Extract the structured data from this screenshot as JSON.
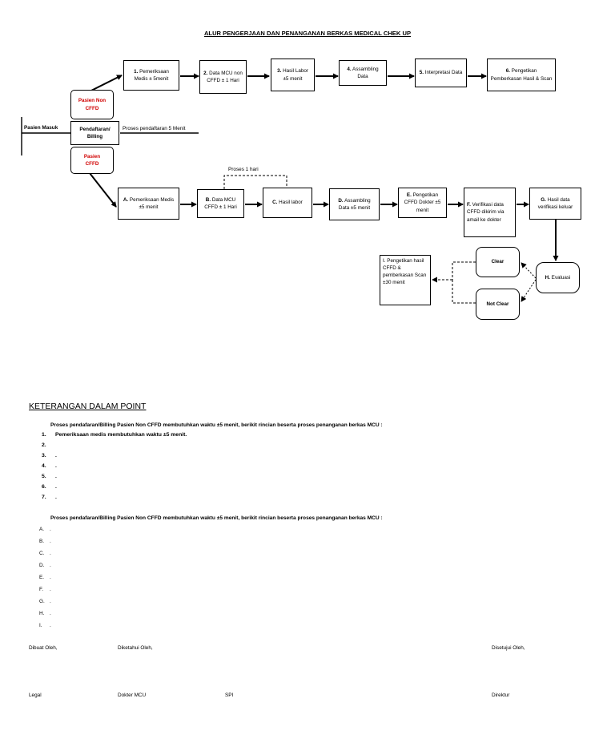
{
  "title": "ALUR PENGERJAAN DAN PENANGANAN BERKAS MEDICAL CHEK UP",
  "flow": {
    "pasien_masuk": "Pasien Masuk",
    "pendaftaran": "Pendaftaran/ Billing",
    "proses_pendaftaran": "Proses pendaftaran 5 Menit",
    "pasien_non_cffd": "Pasien Non CFFD",
    "pasien_cffd": "Pasien CFFD",
    "non_cffd_steps": [
      {
        "num": "1.",
        "text": "Pemeriksaan Medis ± 5menit"
      },
      {
        "num": "2.",
        "text": "Data MCU non CFFD ± 1 Hari"
      },
      {
        "num": "3.",
        "text": "Hasil Labor ±5 menit"
      },
      {
        "num": "4.",
        "text": "Assambling Data"
      },
      {
        "num": "5.",
        "text": "Interpretasi Data"
      },
      {
        "num": "6.",
        "text": "Pengetikan Pemberkasan Hasil & Scan"
      }
    ],
    "proses_1_hari": "Proses 1 hari",
    "cffd_steps": [
      {
        "num": "A.",
        "text": "Pemeriksaan Medis ±5 menit"
      },
      {
        "num": "B.",
        "text": "Data MCU CFFD ± 1 Hari"
      },
      {
        "num": "C.",
        "text": "Hasil labor"
      },
      {
        "num": "D.",
        "text": "Assambling Data ±5 menit"
      },
      {
        "num": "E.",
        "text": "Pengetikan CFFD Dokter ±5 menit"
      },
      {
        "num": "F.",
        "text": "Verifikasi data CFFD dikirim via amail ke dokter"
      },
      {
        "num": "G.",
        "text": "Hasil data verifikasi keluar"
      }
    ],
    "evaluasi": {
      "num": "H.",
      "text": "Evaluasi"
    },
    "clear": "Clear",
    "not_clear": "Not Clear",
    "final_step": {
      "num": "I.",
      "text": "Pengetikan hasil CFFD & pemberkasan Scan ±30 menit"
    }
  },
  "legend": {
    "heading": "KETERANGAN DALAM POINT",
    "intro_non_cffd": "Proses pendafaran/Billing Pasien Non CFFD membutuhkan waktu ±5 menit, berikit rincian beserta proses penanganan berkas MCU :",
    "numbered": [
      {
        "num": "1.",
        "text": "Pemeriksaan medis membutuhkan waktu ±5 menit."
      },
      {
        "num": "2.",
        "text": ""
      },
      {
        "num": "3.",
        "text": "."
      },
      {
        "num": "4.",
        "text": "."
      },
      {
        "num": "5.",
        "text": "."
      },
      {
        "num": "6.",
        "text": "."
      },
      {
        "num": "7.",
        "text": "."
      }
    ],
    "intro_cffd": "Proses pendafaran/Billing Pasien Non CFFD membutuhkan waktu ±5 menit, berikit rincian beserta proses penanganan berkas MCU :",
    "lettered": [
      {
        "num": "A.",
        "text": "."
      },
      {
        "num": "B.",
        "text": "."
      },
      {
        "num": "C.",
        "text": "."
      },
      {
        "num": "D.",
        "text": "."
      },
      {
        "num": "E.",
        "text": "."
      },
      {
        "num": "F.",
        "text": "."
      },
      {
        "num": "G.",
        "text": "."
      },
      {
        "num": "H.",
        "text": "."
      },
      {
        "num": "I.",
        "text": "."
      }
    ]
  },
  "signatures": {
    "dibuat": "Dibuat Oleh,",
    "diketahui": "Diketahui Oleh,",
    "disetujui": "Disetujui Oleh,",
    "legal": "Legal",
    "dokter": "Dokter MCU",
    "spi": "SPI",
    "direktur": "Direktur"
  }
}
